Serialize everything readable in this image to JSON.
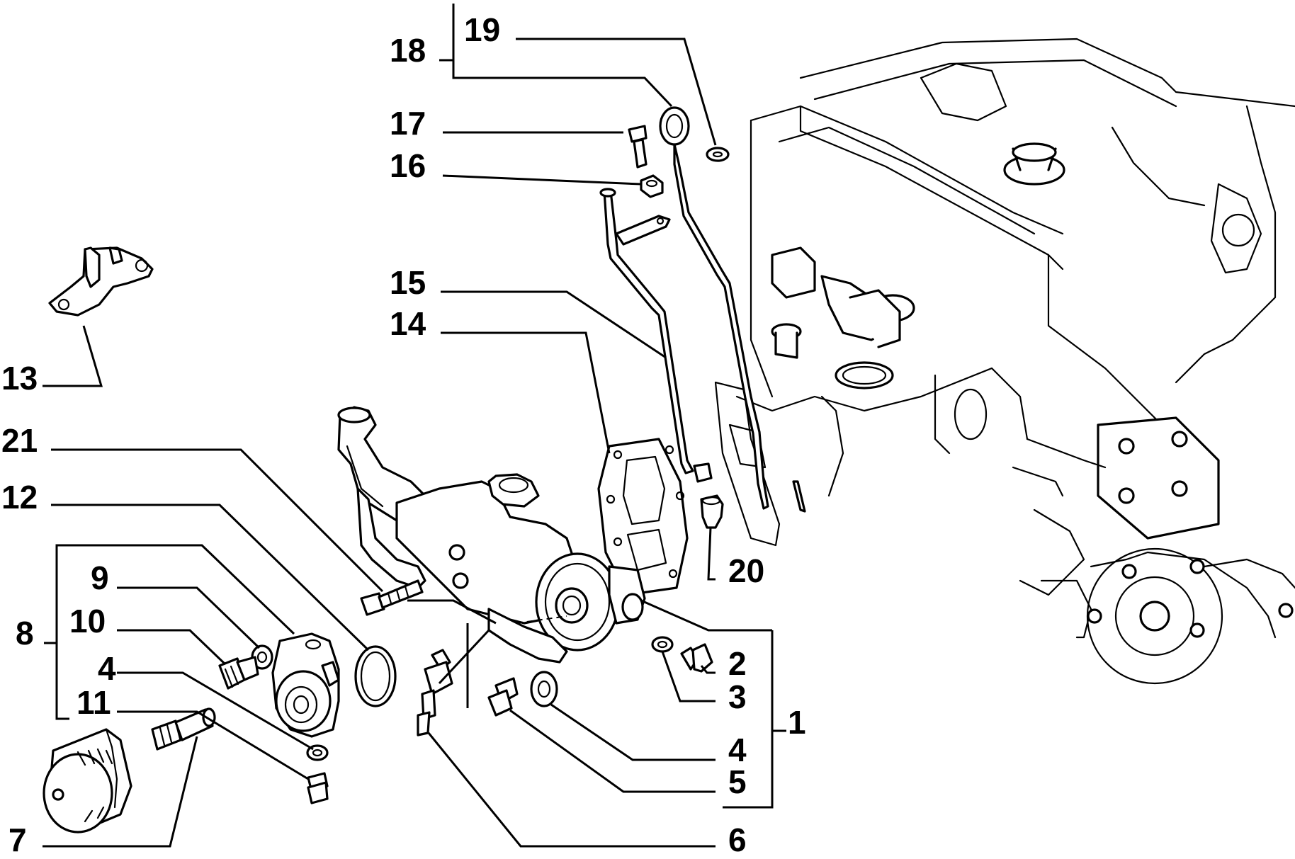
{
  "diagram": {
    "callouts": [
      {
        "id": "c1",
        "label": "1"
      },
      {
        "id": "c2",
        "label": "2"
      },
      {
        "id": "c3",
        "label": "3"
      },
      {
        "id": "c4a",
        "label": "4"
      },
      {
        "id": "c4b",
        "label": "4"
      },
      {
        "id": "c5",
        "label": "5"
      },
      {
        "id": "c6",
        "label": "6"
      },
      {
        "id": "c7",
        "label": "7"
      },
      {
        "id": "c8",
        "label": "8"
      },
      {
        "id": "c9",
        "label": "9"
      },
      {
        "id": "c10",
        "label": "10"
      },
      {
        "id": "c11",
        "label": "11"
      },
      {
        "id": "c12",
        "label": "12"
      },
      {
        "id": "c13",
        "label": "13"
      },
      {
        "id": "c14",
        "label": "14"
      },
      {
        "id": "c15",
        "label": "15"
      },
      {
        "id": "c16",
        "label": "16"
      },
      {
        "id": "c17",
        "label": "17"
      },
      {
        "id": "c18",
        "label": "18"
      },
      {
        "id": "c19",
        "label": "19"
      },
      {
        "id": "c20",
        "label": "20"
      },
      {
        "id": "c21",
        "label": "21"
      }
    ]
  }
}
